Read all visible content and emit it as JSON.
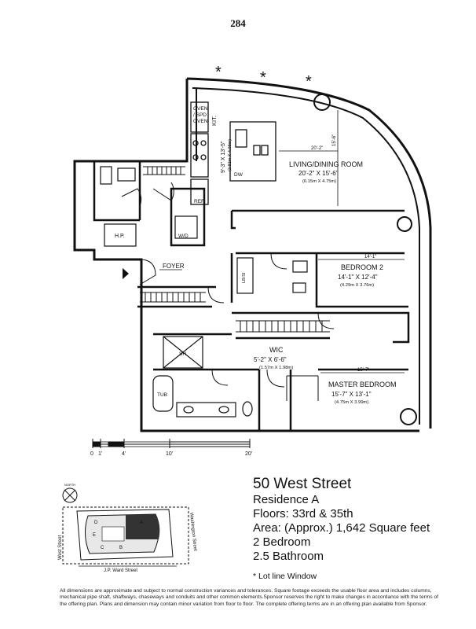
{
  "page_number": "284",
  "lot_line_mark": "*",
  "rooms": {
    "kitchen": {
      "label": "KIT.",
      "dims": "9'-3\" X 13'-5\"",
      "metric": "(2.82m X 4.09m)"
    },
    "living": {
      "label": "LIVING/DINING ROOM",
      "dims": "20'-2\" X 15'-6\"",
      "metric": "(6.15m X 4.75m)",
      "dim_width": "20'-2\"",
      "dim_depth": "15'-6\""
    },
    "bedroom2": {
      "label": "BEDROOM 2",
      "dims": "14'-1\" X 12'-4\"",
      "metric": "(4.29m X 3.76m)",
      "dim_width": "14'-1\""
    },
    "wic": {
      "label": "WIC",
      "dims": "5'-2\" X 6'-6\"",
      "metric": "(1.57m X 1.98m)"
    },
    "master": {
      "label": "MASTER BEDROOM",
      "dims": "15'-7\" X 13'-1\"",
      "metric": "(4.75m X 3.99m)",
      "dim_width": "15'-7\""
    },
    "foyer": {
      "label": "FOYER"
    }
  },
  "fixtures": {
    "oven": "OVEN",
    "spd": "/ SPD",
    "oven2": "OVEN",
    "dw": "DW",
    "ref": "REF",
    "hp": "H.P.",
    "wd": "W/D",
    "lb": "LB/SI",
    "sh": "SH",
    "tub": "TUB"
  },
  "scale": {
    "labels": [
      "0",
      "1'",
      "4'",
      "10'",
      "20'"
    ]
  },
  "key_plan": {
    "north": "NORTH",
    "west_street": "West Street",
    "washington_street": "Washington Street",
    "jp_ward": "J.P. Ward Street",
    "units": [
      "D",
      "C",
      "B",
      "A",
      "E"
    ]
  },
  "info": {
    "building": "50 West Street",
    "residence": "Residence  A",
    "floors": "Floors: 33rd & 35th",
    "area": "Area: (Approx.) 1,642 Square feet",
    "bedrooms": "2 Bedroom",
    "bathrooms": "2.5 Bathroom",
    "lot_line_note": "Lot line Window"
  },
  "disclaimer": "All dimensions are approximate and subject to normal construction variances and tolerances. Square footage exceeds the usable floor area and includes columns, mechanical pipe shaft, shaftways, chaseways and conduits and other common elements.Sponsor reserves the right to make changes in accordance with the terms of the offering plan. Plans and dimension may contain minor variation from floor to floor. The complete offering terms are in an offering plan available from Sponsor."
}
